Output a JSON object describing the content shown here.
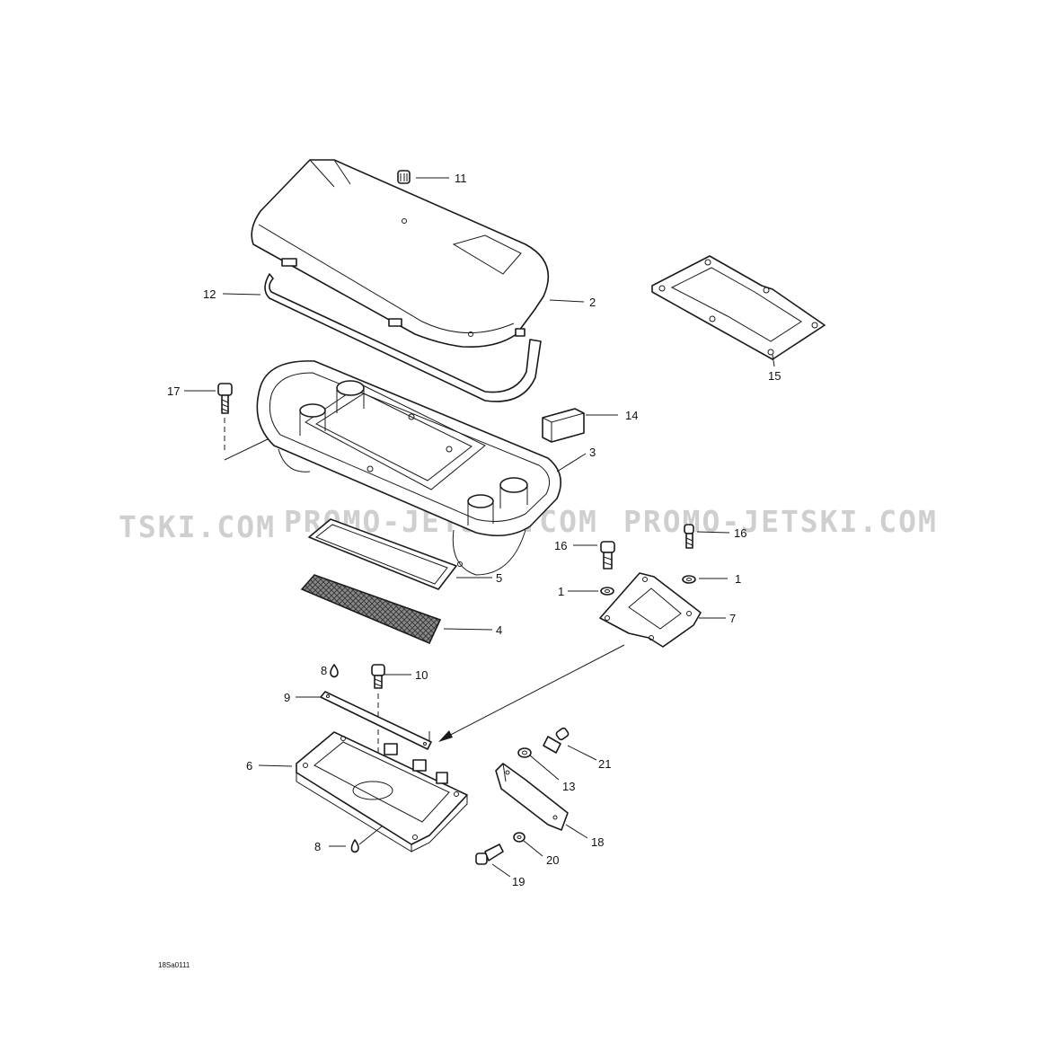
{
  "watermark": {
    "left": "TSKI.COM",
    "center": "PROMO-JETSKI.COM",
    "right": "PROMO-JETSKI.COM"
  },
  "diagram_code": "18Sa0111",
  "callouts": {
    "c11": "11",
    "c12": "12",
    "c2": "2",
    "c15": "15",
    "c17": "17",
    "c14": "14",
    "c3": "3",
    "c16a": "16",
    "c16b": "16",
    "c1a": "1",
    "c1b": "1",
    "c5": "5",
    "c7": "7",
    "c4": "4",
    "c8a": "8",
    "c10": "10",
    "c9": "9",
    "c6": "6",
    "c21": "21",
    "c13": "13",
    "c18": "18",
    "c8b": "8",
    "c20": "20",
    "c19": "19"
  }
}
